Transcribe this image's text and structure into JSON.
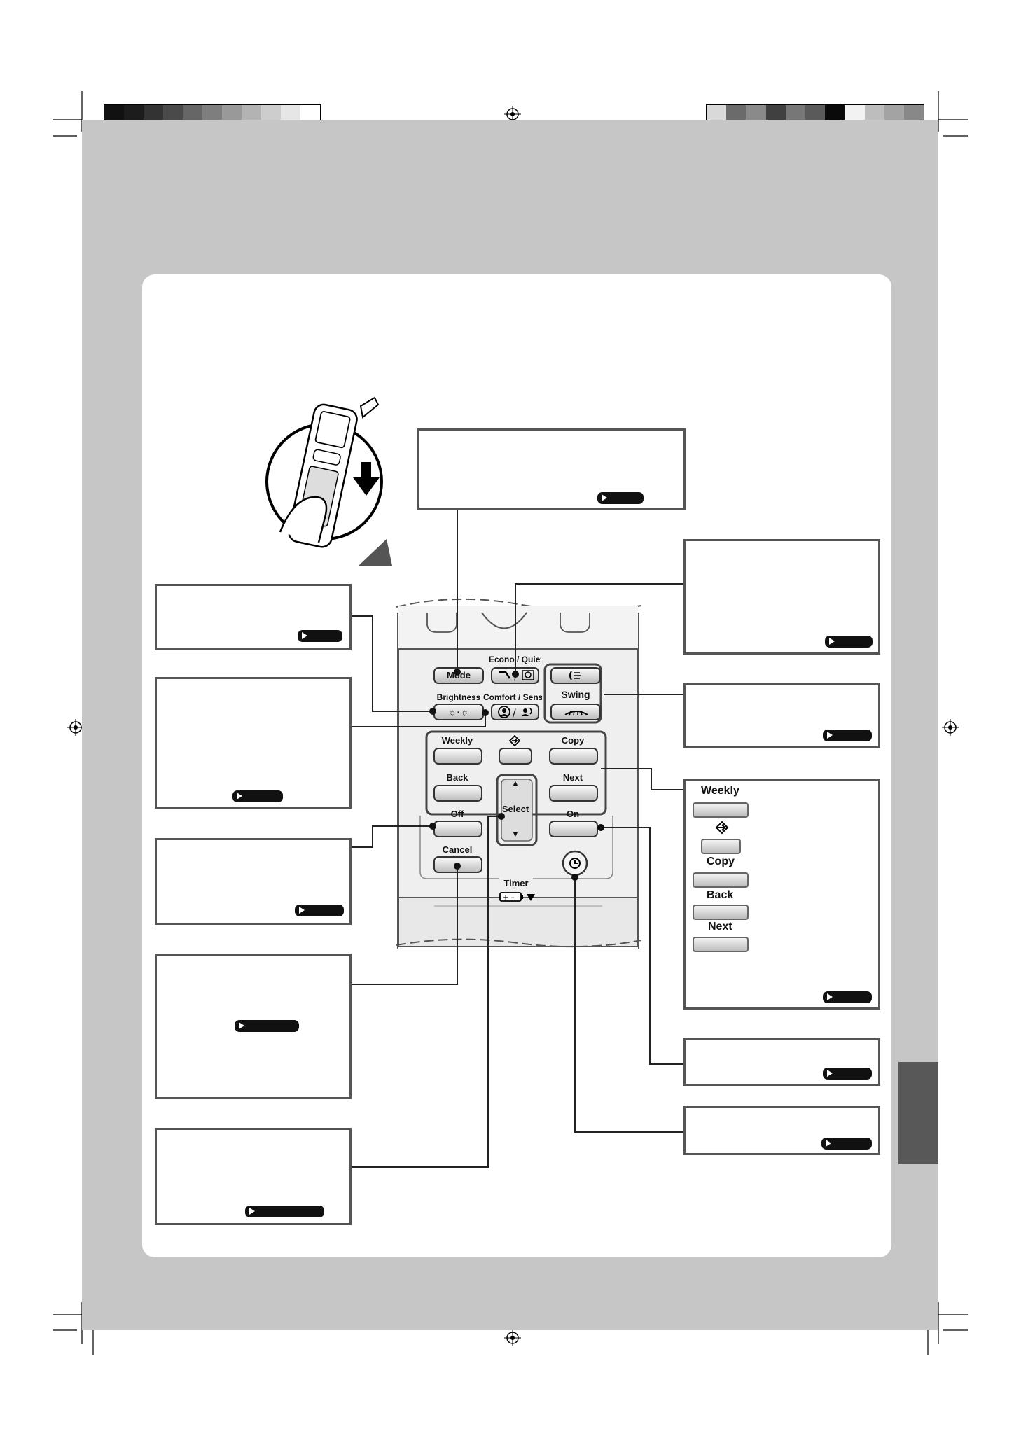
{
  "colors": {
    "page_bg": "#c6c6c6",
    "panel": "#ffffff",
    "tab": "#585858",
    "callout_border": "#555555"
  },
  "remote": {
    "mode": "Mode",
    "econo_quiet": "Econo / Quiet",
    "brightness": "Brightness",
    "comfort_sensor": "Comfort / Sensor",
    "swing": "Swing",
    "weekly": "Weekly",
    "copy": "Copy",
    "back": "Back",
    "next": "Next",
    "select": "Select",
    "off": "Off",
    "on": "On",
    "cancel": "Cancel",
    "timer": "Timer"
  },
  "weekly_panel": {
    "weekly": "Weekly",
    "copy": "Copy",
    "back": "Back",
    "next": "Next"
  },
  "icons": [
    "registration-mark-icon",
    "hand-holding-remote-icon",
    "down-arrow-icon",
    "clock-icon",
    "reserve-icon",
    "swing-vertical-icon",
    "swing-horizontal-icon",
    "battery-icon"
  ]
}
